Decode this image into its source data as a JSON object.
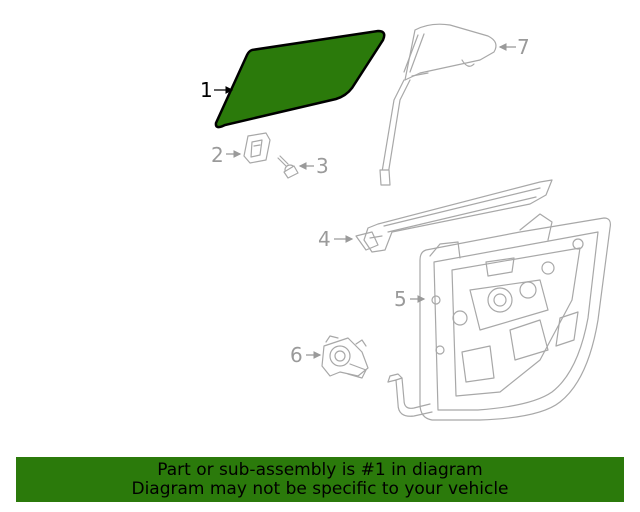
{
  "diagram": {
    "highlight_color": "#2b7a0b",
    "callouts": [
      {
        "label": "1",
        "part": "door-glass",
        "highlighted": true
      },
      {
        "label": "2",
        "part": "glass-clip"
      },
      {
        "label": "3",
        "part": "screw"
      },
      {
        "label": "4",
        "part": "glass-run-channel"
      },
      {
        "label": "5",
        "part": "window-regulator"
      },
      {
        "label": "6",
        "part": "regulator-motor"
      },
      {
        "label": "7",
        "part": "door-frame-weatherstrip"
      }
    ]
  },
  "banner": {
    "line1": "Part or sub-assembly is #1 in diagram",
    "line2": "Diagram may not be specific to your vehicle"
  }
}
